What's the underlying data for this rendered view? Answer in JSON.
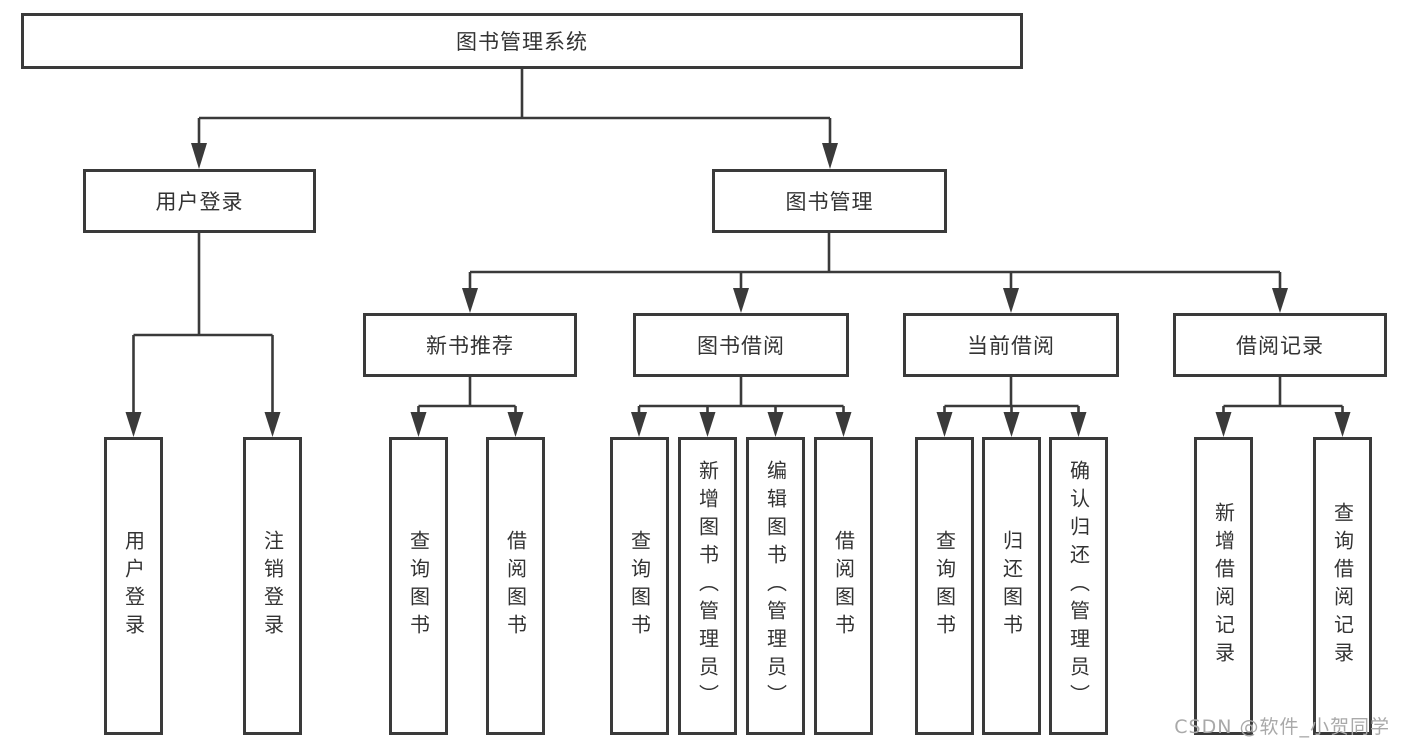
{
  "tree": {
    "root": {
      "label": "图书管理系统"
    },
    "branches": [
      {
        "label": "用户登录",
        "children": [
          {
            "label": "用户登录"
          },
          {
            "label": "注销登录"
          }
        ]
      },
      {
        "label": "图书管理",
        "children": [
          {
            "label": "新书推荐",
            "children": [
              {
                "label": "查询图书"
              },
              {
                "label": "借阅图书"
              }
            ]
          },
          {
            "label": "图书借阅",
            "children": [
              {
                "label": "查询图书"
              },
              {
                "label": "新增图书（管理员）"
              },
              {
                "label": "编辑图书（管理员）"
              },
              {
                "label": "借阅图书"
              }
            ]
          },
          {
            "label": "当前借阅",
            "children": [
              {
                "label": "查询图书"
              },
              {
                "label": "归还图书"
              },
              {
                "label": "确认归还（管理员）"
              }
            ]
          },
          {
            "label": "借阅记录",
            "children": [
              {
                "label": "新增借阅记录"
              },
              {
                "label": "查询借阅记录"
              }
            ]
          }
        ]
      }
    ]
  },
  "watermark": {
    "text": "CSDN @软件_小贺同学"
  },
  "colors": {
    "line": "#3a3a3a",
    "text": "#333333",
    "background": "#ffffff",
    "watermark": "#a9a9a9"
  }
}
